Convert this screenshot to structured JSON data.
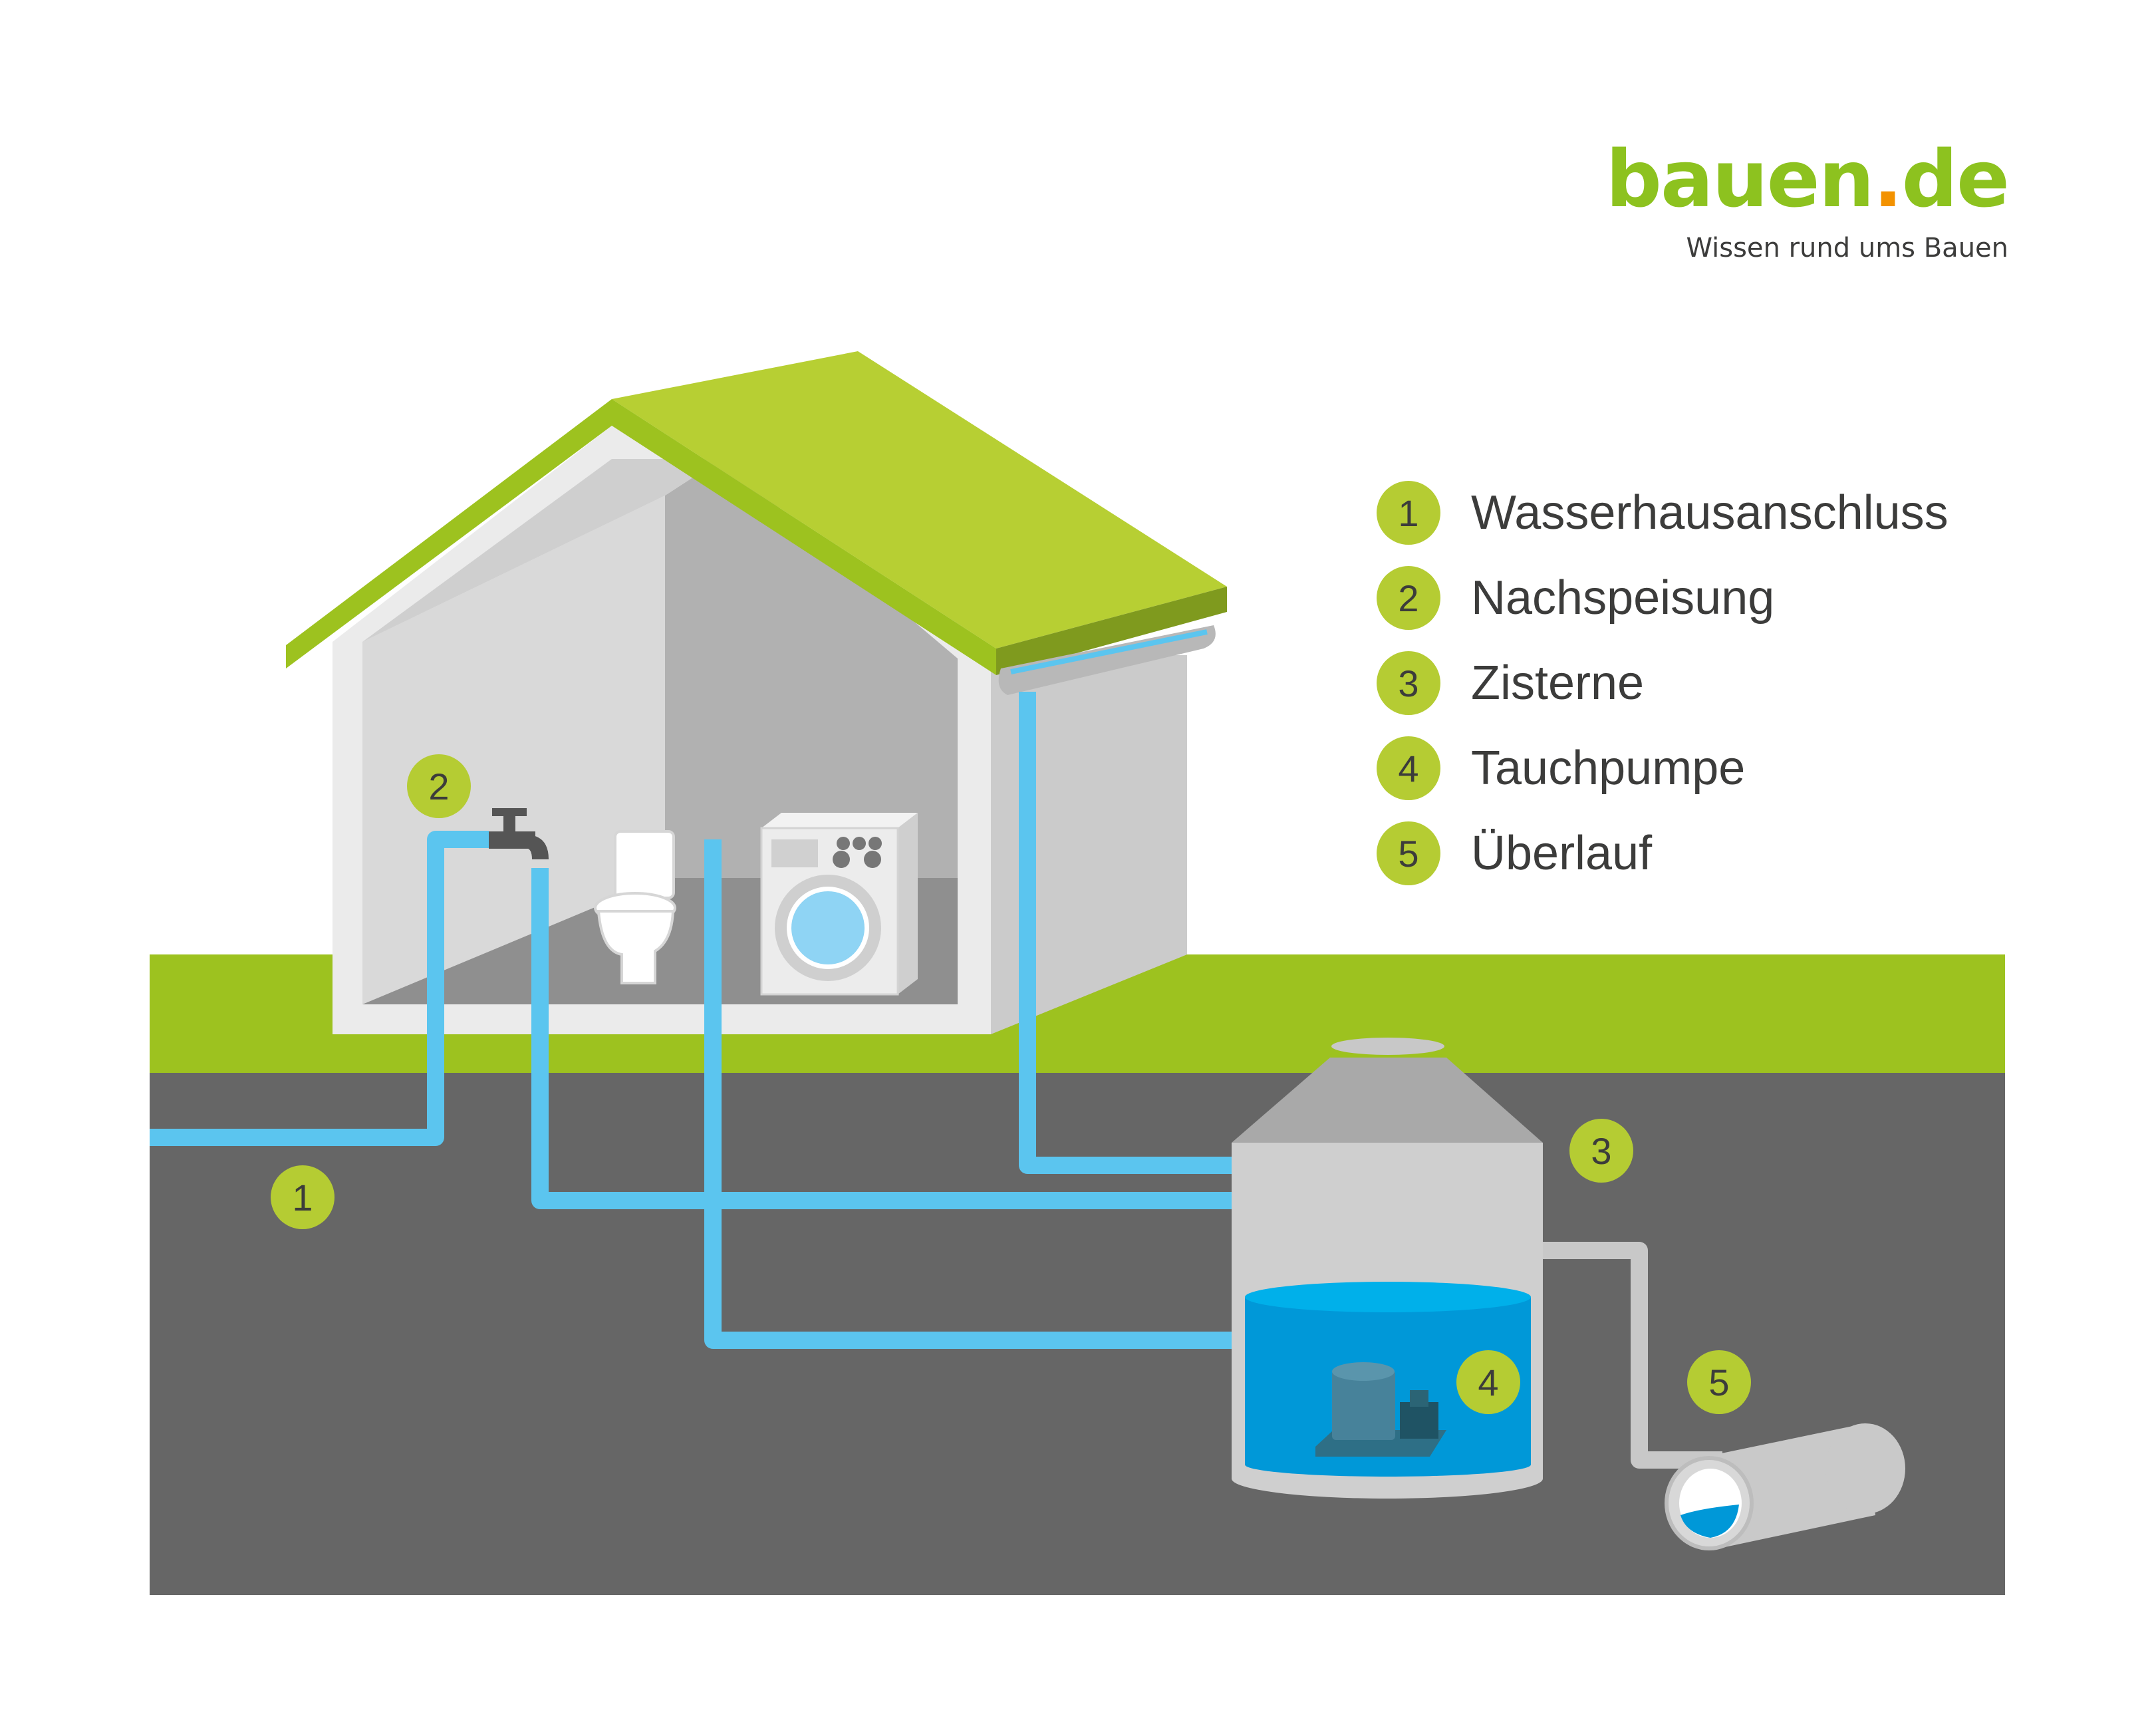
{
  "brand": {
    "name": "bauen",
    "dot": ".",
    "tld": "de",
    "tagline": "Wissen rund ums Bauen",
    "color": "#8dc21f",
    "dot_color": "#f39200"
  },
  "legend": {
    "items": [
      {
        "number": "1",
        "label": "Wasserhausanschluss"
      },
      {
        "number": "2",
        "label": "Nachspeisung"
      },
      {
        "number": "3",
        "label": "Zisterne"
      },
      {
        "number": "4",
        "label": "Tauchpumpe"
      },
      {
        "number": "5",
        "label": "Überlauf"
      }
    ]
  },
  "markers": {
    "house_connection": "1",
    "refill": "2",
    "cistern": "3",
    "pump": "4",
    "overflow": "5"
  },
  "colors": {
    "grass": "#9dc21f",
    "roof": "#b7cf33",
    "ground": "#666666",
    "pipe": "#5bc5ef",
    "water": "#0098d8",
    "badge": "#b5cc33"
  }
}
